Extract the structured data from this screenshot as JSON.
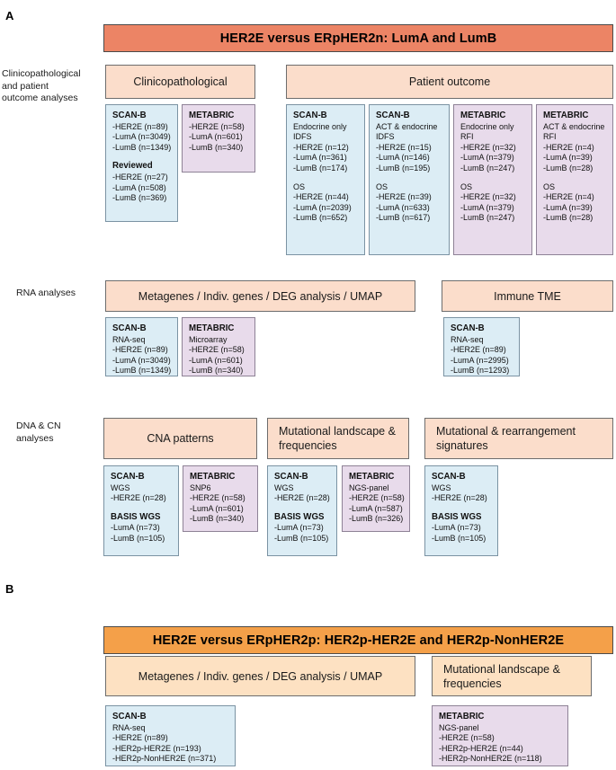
{
  "panels": {
    "a": {
      "letter": "A",
      "title": "HER2E versus ERpHER2n: LumA and LumB",
      "title_color": "#ec8465",
      "rows": [
        {
          "label": "Clinicopathological\nand patient\noutcome analyses",
          "categories": [
            {
              "name": "Clinicopathological"
            },
            {
              "name": "Patient outcome"
            }
          ],
          "cohorts": [
            {
              "type": "scanb",
              "header": "SCAN-B",
              "lines": [
                "-HER2E (n=89)",
                "-LumA (n=3049)",
                "-LumB (n=1349)"
              ],
              "header2": "Reviewed",
              "lines2": [
                "-HER2E (n=27)",
                "-LumA (n=508)",
                "-LumB (n=369)"
              ]
            },
            {
              "type": "metabric",
              "header": "METABRIC",
              "lines": [
                "-HER2E (n=58)",
                "-LumA (n=601)",
                "-LumB (n=340)"
              ]
            },
            {
              "type": "scanb",
              "header": "SCAN-B",
              "lines": [
                "Endocrine only",
                "IDFS",
                "-HER2E (n=12)",
                "-LumA (n=361)",
                "-LumB (n=174)"
              ],
              "header2": "OS",
              "lines2": [
                "-HER2E (n=44)",
                "-LumA (n=2039)",
                "-LumB (n=652)"
              ]
            },
            {
              "type": "scanb",
              "header": "SCAN-B",
              "lines": [
                "ACT & endocrine",
                "IDFS",
                "-HER2E (n=15)",
                "-LumA (n=146)",
                "-LumB (n=195)"
              ],
              "header2": "OS",
              "lines2": [
                "-HER2E (n=39)",
                "-LumA (n=633)",
                "-LumB (n=617)"
              ]
            },
            {
              "type": "metabric",
              "header": "METABRIC",
              "lines": [
                "Endocrine only",
                "RFI",
                "-HER2E (n=32)",
                "-LumA (n=379)",
                "-LumB (n=247)"
              ],
              "header2": "OS",
              "lines2": [
                "-HER2E (n=32)",
                "-LumA (n=379)",
                "-LumB (n=247)"
              ]
            },
            {
              "type": "metabric",
              "header": "METABRIC",
              "lines": [
                "ACT & endocrine",
                "RFI",
                "-HER2E (n=4)",
                "-LumA (n=39)",
                "-LumB (n=28)"
              ],
              "header2": "OS",
              "lines2": [
                "-HER2E (n=4)",
                "-LumA (n=39)",
                "-LumB (n=28)"
              ]
            }
          ]
        },
        {
          "label": "RNA analyses",
          "categories": [
            {
              "name": "Metagenes / Indiv. genes / DEG analysis / UMAP"
            },
            {
              "name": "Immune TME"
            }
          ],
          "cohorts": [
            {
              "type": "scanb",
              "header": "SCAN-B",
              "lines": [
                "RNA-seq",
                "-HER2E (n=89)",
                "-LumA (n=3049)",
                "-LumB (n=1349)"
              ]
            },
            {
              "type": "metabric",
              "header": "METABRIC",
              "lines": [
                "Microarray",
                "-HER2E (n=58)",
                "-LumA (n=601)",
                "-LumB (n=340)"
              ]
            },
            {
              "type": "scanb",
              "header": "SCAN-B",
              "lines": [
                "RNA-seq",
                "-HER2E (n=89)",
                "-LumA (n=2995)",
                "-LumB (n=1293)"
              ]
            }
          ]
        },
        {
          "label": "DNA & CN\nanalyses",
          "categories": [
            {
              "name": "CNA patterns"
            },
            {
              "name": "Mutational landscape\n& frequencies"
            },
            {
              "name": "Mutational & rearrangement\nsignatures"
            }
          ],
          "cohorts": [
            {
              "type": "scanb",
              "header": "SCAN-B",
              "lines": [
                "WGS",
                "-HER2E (n=28)"
              ],
              "header2": "BASIS WGS",
              "lines2": [
                "-LumA (n=73)",
                "-LumB (n=105)"
              ]
            },
            {
              "type": "metabric",
              "header": "METABRIC",
              "lines": [
                "SNP6",
                "-HER2E (n=58)",
                "-LumA (n=601)",
                "-LumB (n=340)"
              ]
            },
            {
              "type": "scanb",
              "header": "SCAN-B",
              "lines": [
                "WGS",
                "-HER2E (n=28)"
              ],
              "header2": "BASIS WGS",
              "lines2": [
                "-LumA (n=73)",
                "-LumB (n=105)"
              ]
            },
            {
              "type": "metabric",
              "header": "METABRIC",
              "lines": [
                "NGS-panel",
                "-HER2E (n=58)",
                "-LumA (n=587)",
                "-LumB (n=326)"
              ]
            },
            {
              "type": "scanb",
              "header": "SCAN-B",
              "lines": [
                "WGS",
                "-HER2E (n=28)"
              ],
              "header2": "BASIS WGS",
              "lines2": [
                "-LumA (n=73)",
                "-LumB (n=105)"
              ]
            }
          ]
        }
      ]
    },
    "b": {
      "letter": "B",
      "title": "HER2E versus ERpHER2p: HER2p-HER2E and HER2p-NonHER2E",
      "title_color": "#f4a049",
      "categories": [
        {
          "name": "Metagenes / Indiv. genes / DEG analysis / UMAP"
        },
        {
          "name": "Mutational landscape &\nfrequencies"
        }
      ],
      "cohorts": [
        {
          "type": "scanb",
          "header": "SCAN-B",
          "lines": [
            "RNA-seq",
            "-HER2E (n=89)",
            "-HER2p-HER2E (n=193)",
            "-HER2p-NonHER2E (n=371)"
          ]
        },
        {
          "type": "metabric",
          "header": "METABRIC",
          "lines": [
            "NGS-panel",
            "-HER2E (n=58)",
            "-HER2p-HER2E (n=44)",
            "-HER2p-NonHER2E (n=118)"
          ]
        }
      ]
    }
  },
  "colors": {
    "banner_a": "#ec8465",
    "banner_b": "#f4a049",
    "category_a": "#fbddcb",
    "category_b": "#fde1c2",
    "scanb_fill": "#dcedf5",
    "metabric_fill": "#e8dbeb"
  }
}
